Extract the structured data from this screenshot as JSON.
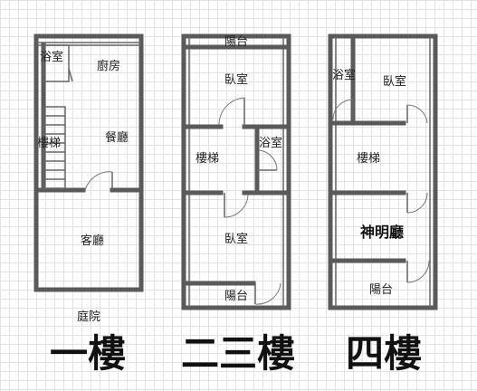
{
  "floors": [
    {
      "title": "一樓",
      "rooms": [
        "浴室",
        "廚房",
        "樓梯",
        "餐廳",
        "客廳"
      ],
      "outside": "庭院"
    },
    {
      "title": "二三樓",
      "rooms": [
        "陽台",
        "臥室",
        "樓梯",
        "浴室",
        "臥室",
        "陽台"
      ]
    },
    {
      "title": "四樓",
      "rooms": [
        "浴室",
        "臥室",
        "樓梯",
        "神明廳",
        "陽台"
      ]
    }
  ],
  "colors": {
    "wall": "#5a5a5a",
    "grid": "#e3e3e3",
    "text": "#222222"
  }
}
